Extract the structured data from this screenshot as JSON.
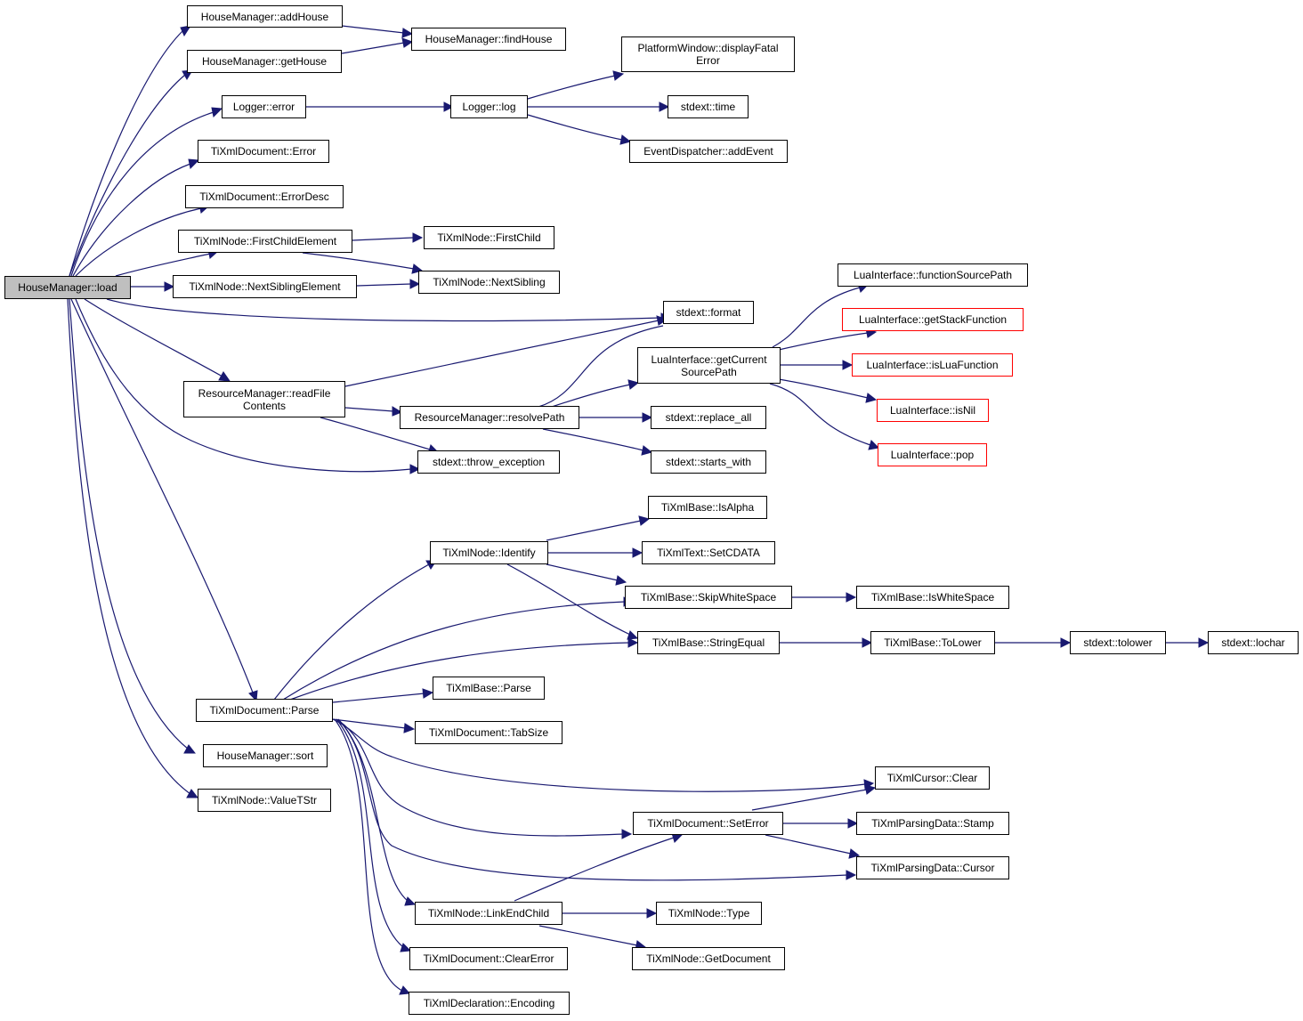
{
  "nodes": {
    "root": "HouseManager::load",
    "add_house": "HouseManager::addHouse",
    "find_house": "HouseManager::findHouse",
    "get_house": "HouseManager::getHouse",
    "display_fatal_error": "PlatformWindow::displayFatal\nError",
    "logger_error": "Logger::error",
    "logger_log": "Logger::log",
    "stdext_time": "stdext::time",
    "add_event": "EventDispatcher::addEvent",
    "doc_error": "TiXmlDocument::Error",
    "doc_error_desc": "TiXmlDocument::ErrorDesc",
    "first_child_element": "TiXmlNode::FirstChildElement",
    "first_child": "TiXmlNode::FirstChild",
    "next_sibling_element": "TiXmlNode::NextSiblingElement",
    "next_sibling": "TiXmlNode::NextSibling",
    "function_source_path": "LuaInterface::functionSourcePath",
    "stdext_format": "stdext::format",
    "get_stack_function": "LuaInterface::getStackFunction",
    "get_current_source_path": "LuaInterface::getCurrent\nSourcePath",
    "is_lua_function": "LuaInterface::isLuaFunction",
    "read_file_contents": "ResourceManager::readFile\nContents",
    "resolve_path": "ResourceManager::resolvePath",
    "replace_all": "stdext::replace_all",
    "is_nil": "LuaInterface::isNil",
    "throw_exception": "stdext::throw_exception",
    "starts_with": "stdext::starts_with",
    "lua_pop": "LuaInterface::pop",
    "is_alpha": "TiXmlBase::IsAlpha",
    "identify": "TiXmlNode::Identify",
    "set_cdata": "TiXmlText::SetCDATA",
    "skip_white_space": "TiXmlBase::SkipWhiteSpace",
    "is_white_space": "TiXmlBase::IsWhiteSpace",
    "string_equal": "TiXmlBase::StringEqual",
    "to_lower": "TiXmlBase::ToLower",
    "stdext_tolower": "stdext::tolower",
    "lochar": "stdext::lochar",
    "base_parse": "TiXmlBase::Parse",
    "doc_parse": "TiXmlDocument::Parse",
    "tab_size": "TiXmlDocument::TabSize",
    "house_sort": "HouseManager::sort",
    "cursor_clear": "TiXmlCursor::Clear",
    "value_tstr": "TiXmlNode::ValueTStr",
    "set_error": "TiXmlDocument::SetError",
    "stamp": "TiXmlParsingData::Stamp",
    "parsing_cursor": "TiXmlParsingData::Cursor",
    "link_end_child": "TiXmlNode::LinkEndChild",
    "node_type": "TiXmlNode::Type",
    "clear_error": "TiXmlDocument::ClearError",
    "get_document": "TiXmlNode::GetDocument",
    "encoding": "TiXmlDeclaration::Encoding"
  },
  "colors": {
    "edge": "#191970",
    "root_fill": "#bfbfbf",
    "node_border": "#000000",
    "truncated_border": "#ff0000"
  }
}
